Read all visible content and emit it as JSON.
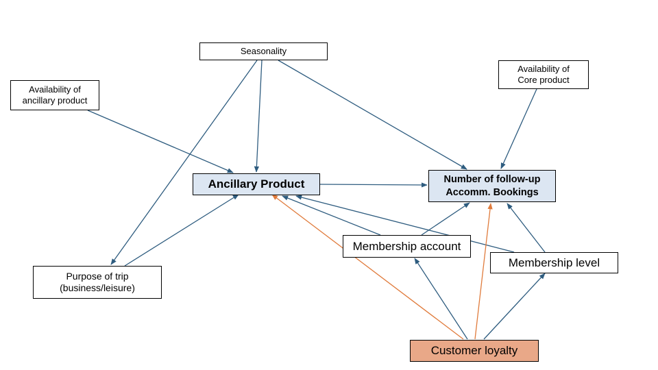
{
  "nodes": {
    "seasonality": "Seasonality",
    "avail_ancillary": "Availability of\nancillary product",
    "avail_core": "Availability of\nCore product",
    "ancillary_product": "Ancillary Product",
    "followup_bookings": "Number of follow-up\nAccomm. Bookings",
    "membership_account": "Membership account",
    "membership_level": "Membership level",
    "purpose_of_trip": "Purpose of trip\n(business/leisure)",
    "customer_loyalty": "Customer loyalty"
  },
  "edges": [
    {
      "from": "seasonality",
      "to": "ancillary_product",
      "color": "#2e5c7f"
    },
    {
      "from": "seasonality",
      "to": "followup_bookings",
      "color": "#2e5c7f"
    },
    {
      "from": "seasonality",
      "to": "purpose_of_trip",
      "color": "#2e5c7f"
    },
    {
      "from": "avail_ancillary",
      "to": "ancillary_product",
      "color": "#2e5c7f"
    },
    {
      "from": "avail_core",
      "to": "followup_bookings",
      "color": "#2e5c7f"
    },
    {
      "from": "ancillary_product",
      "to": "followup_bookings",
      "color": "#2e5c7f"
    },
    {
      "from": "purpose_of_trip",
      "to": "ancillary_product",
      "color": "#2e5c7f"
    },
    {
      "from": "membership_account",
      "to": "ancillary_product",
      "color": "#2e5c7f"
    },
    {
      "from": "membership_account",
      "to": "followup_bookings",
      "color": "#2e5c7f"
    },
    {
      "from": "membership_level",
      "to": "ancillary_product",
      "color": "#2e5c7f"
    },
    {
      "from": "membership_level",
      "to": "followup_bookings",
      "color": "#2e5c7f"
    },
    {
      "from": "customer_loyalty",
      "to": "membership_account",
      "color": "#2e5c7f"
    },
    {
      "from": "customer_loyalty",
      "to": "membership_level",
      "color": "#2e5c7f"
    },
    {
      "from": "customer_loyalty",
      "to": "ancillary_product",
      "color": "#e07b3c"
    },
    {
      "from": "customer_loyalty",
      "to": "followup_bookings",
      "color": "#e07b3c"
    }
  ],
  "colors": {
    "edge_default": "#2e5c7f",
    "edge_loyalty": "#e07b3c",
    "key_node_fill": "#dce6f2",
    "loyalty_fill": "#e9a888"
  }
}
